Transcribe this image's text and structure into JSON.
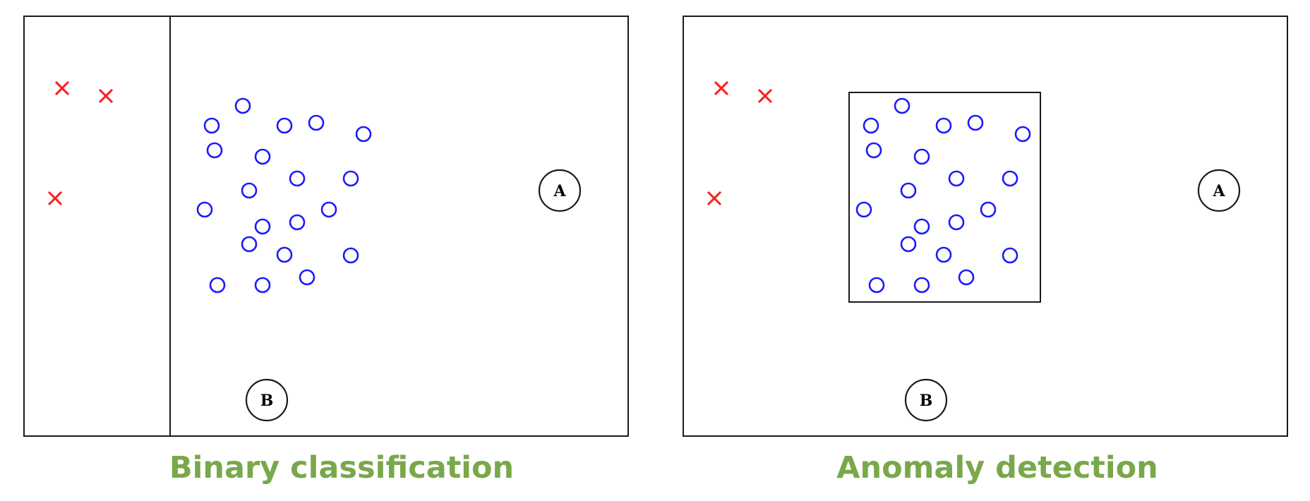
{
  "panels": [
    {
      "id": "binary",
      "caption": "Binary classification",
      "boundary": "vertical-line",
      "queries": [
        {
          "label": "A"
        },
        {
          "label": "B"
        }
      ]
    },
    {
      "id": "anomaly",
      "caption": "Anomaly detection",
      "boundary": "rectangle",
      "queries": [
        {
          "label": "A"
        },
        {
          "label": "B"
        }
      ]
    }
  ],
  "colors": {
    "normal_points": "#1a1aff",
    "anomaly_marks": "#ff1a1a",
    "caption": "#79a84a",
    "outline": "#1a1a1a"
  },
  "legend_semantics": {
    "normal_marker": "circle",
    "anomaly_marker": "cross"
  }
}
